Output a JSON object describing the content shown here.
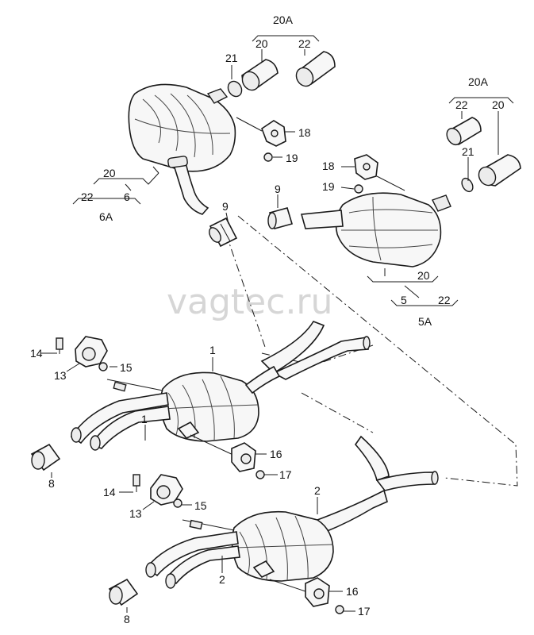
{
  "watermark": "vagtec.ru",
  "labels": {
    "rear_left": {
      "group": "20A",
      "tip_a": "20",
      "tip_b": "22",
      "clamp": "21",
      "bracket": "18",
      "nut": "19",
      "n20": "20",
      "n6": "6",
      "n22": "22",
      "n6a": "6A",
      "sleeve": "9"
    },
    "rear_right": {
      "group": "20A",
      "tip_a": "22",
      "tip_b": "20",
      "clamp": "21",
      "bracket": "18",
      "nut": "19",
      "sleeve": "9",
      "n20": "20",
      "n5": "5",
      "n22": "22",
      "n5a": "5A"
    },
    "center_upper": {
      "muffler": "1",
      "muffler_b": "1",
      "bolt": "14",
      "bracket": "13",
      "nut": "15",
      "clip": "8",
      "mount": "16",
      "mount_nut": "17"
    },
    "center_lower": {
      "muffler": "2",
      "muffler_b": "2",
      "bolt": "14",
      "bracket": "13",
      "nut": "15",
      "clip": "8",
      "mount": "16",
      "mount_nut": "17"
    }
  }
}
